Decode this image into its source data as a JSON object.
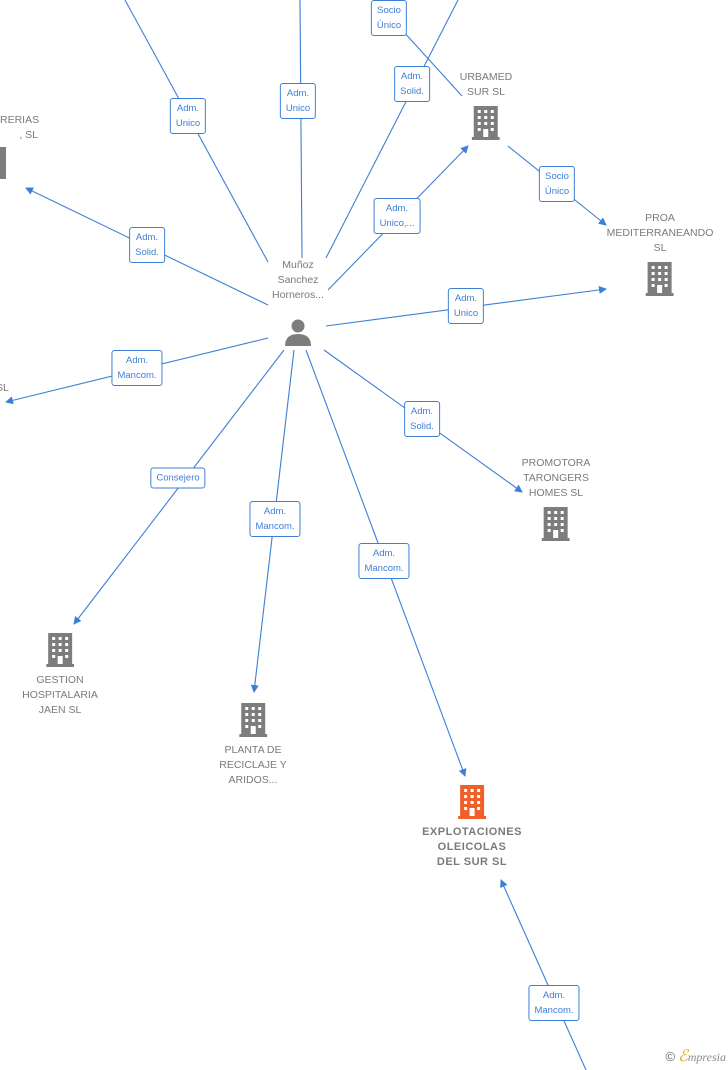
{
  "colors": {
    "edge": "#3d7fd6",
    "building": "#7d7d7d",
    "building_focus": "#f0602a",
    "text": "#7a7a7a"
  },
  "person": {
    "name": "Muñoz\nSanchez\nHorneros...",
    "icon": "person-icon"
  },
  "companies": {
    "urbamed": "URBAMED\nSUR SL",
    "proa": "PROA\nMEDITERRANEANDO\nSL",
    "promotora": "PROMOTORA\nTARONGERS\nHOMES SL",
    "gestion": "GESTION\nHOSPITALARIA\nJAEN SL",
    "planta": "PLANTA DE\nRECICLAJE Y\nARIDOS...",
    "explotaciones": "EXPLOTACIONES\nOLEICOLAS\nDEL SUR SL",
    "left_top": "RERIAS\n, SL",
    "left_mid": "SL"
  },
  "edge_labels": {
    "top1": "Adm.\nUnico",
    "top2": "Adm.\nUnico",
    "top_socio": "Socio\nÚnico",
    "top3": "Adm.\nSolid.",
    "urbamed": "Adm.\nUnico,...",
    "socio_proa": "Socio\nÚnico",
    "left_top": "Adm.\nSolid.",
    "proa": "Adm.\nUnico",
    "left_mid": "Adm.\nMancom.",
    "promotora": "Adm.\nSolid.",
    "gestion": "Consejero",
    "planta": "Adm.\nMancom.",
    "explotaciones": "Adm.\nMancom.",
    "bottom": "Adm.\nMancom."
  },
  "brand": {
    "copyright": "©",
    "initial": "ℰ",
    "name": "mpresia"
  }
}
